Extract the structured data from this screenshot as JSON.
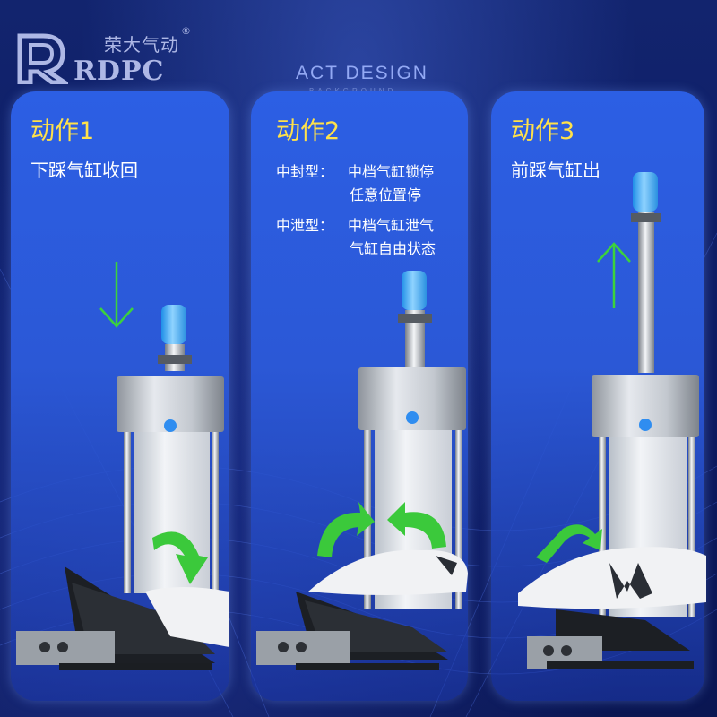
{
  "brand": {
    "name_cn": "荣大气动",
    "name_en": "RDPC",
    "registered": "®"
  },
  "banner": {
    "text": "ACT DESIGN",
    "subtext": "BACKGROUND"
  },
  "panels": [
    {
      "title": "动作1",
      "description": "下踩气缸收回",
      "arrow": "down"
    },
    {
      "title": "动作2",
      "lines": [
        {
          "label": "中封型：",
          "text": "中档气缸锁停",
          "continuation": "任意位置停"
        },
        {
          "label": "中泄型：",
          "text": "中档气缸泄气",
          "continuation": "气缸自由状态"
        }
      ]
    },
    {
      "title": "动作3",
      "description": "前踩气缸出",
      "arrow": "up"
    }
  ],
  "colors": {
    "title_yellow": "#ffe14a",
    "arrow_green": "#3cd23c",
    "panel_blue": "#2c5fe4",
    "cap_blue": "#3aa8ff"
  }
}
